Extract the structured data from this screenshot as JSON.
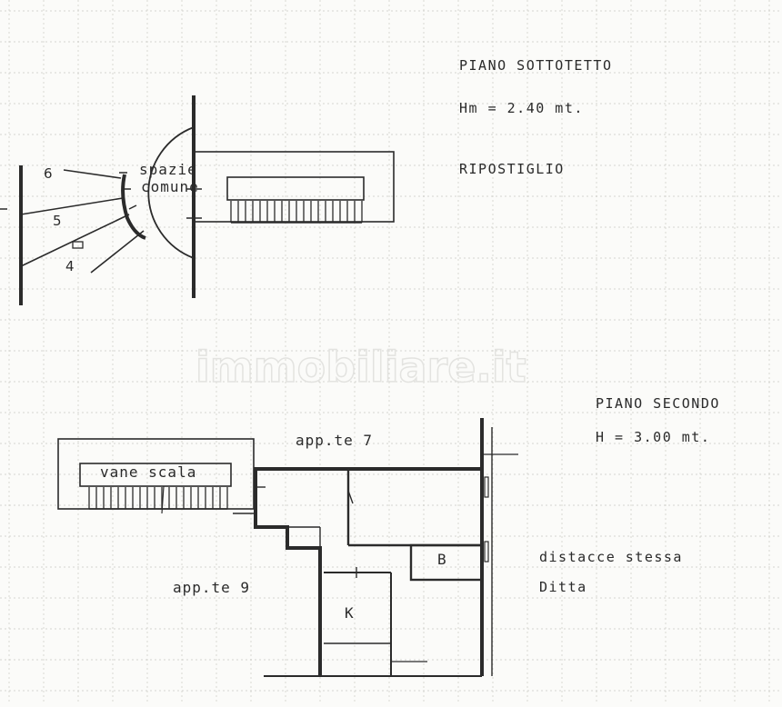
{
  "attic": {
    "title": "PIANO SOTTOTETTO",
    "height": "Hm = 2.40 mt.",
    "room": "RIPOSTIGLIO",
    "common_space_line1": "spazie",
    "common_space_line2": "comune",
    "unit_6": "6",
    "unit_5": "5",
    "unit_4": "4"
  },
  "second_floor": {
    "title": "PIANO SECONDO",
    "height": "H = 3.00 mt.",
    "stair": "vane scala",
    "apt_7": "app.te 7",
    "apt_9": "app.te 9",
    "bath": "B",
    "kitchen": "K",
    "note_line1": "distacce stessa",
    "note_line2": "Ditta"
  },
  "watermark": "immobiliare.it"
}
